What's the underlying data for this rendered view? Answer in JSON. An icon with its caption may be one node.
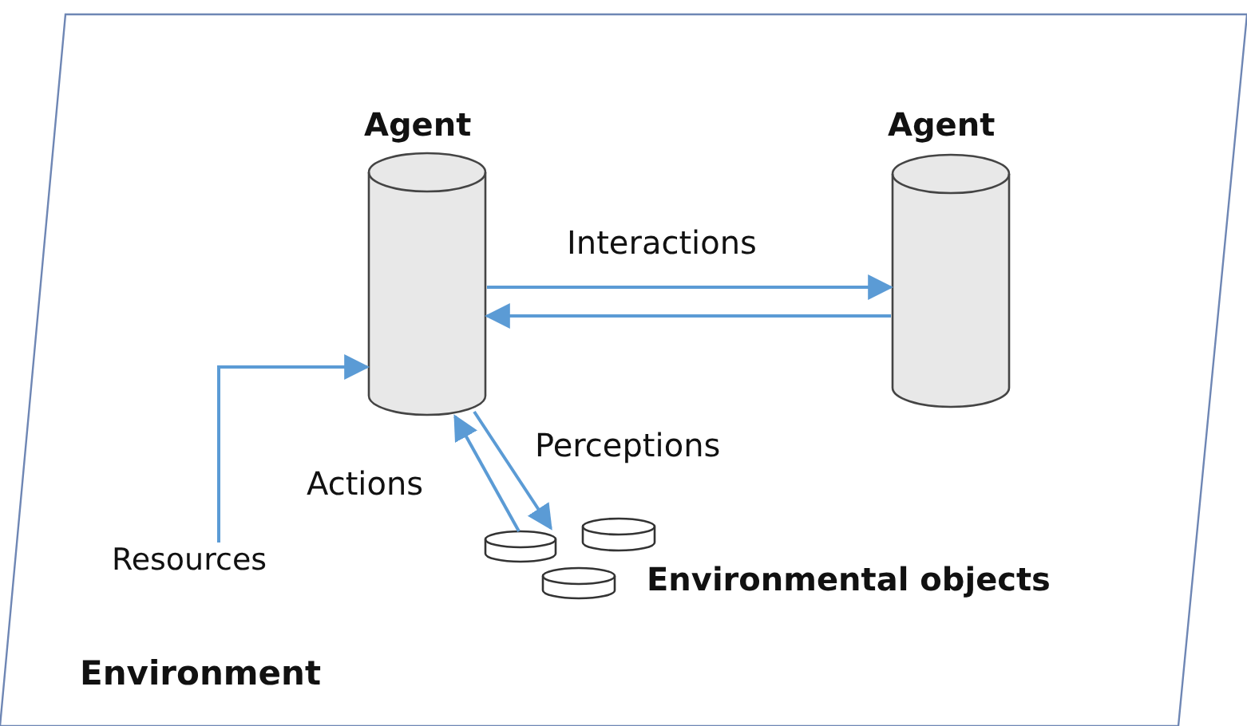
{
  "diagram": {
    "nodes": [
      {
        "text": [
          "Environment"
        ]
      },
      {
        "text": [
          "Agent"
        ],
        "in": 0
      },
      {
        "text": [
          "Agent"
        ],
        "in": 0
      },
      {
        "text": [],
        "shape": "cylinder",
        "in": 0
      },
      {
        "text": [],
        "shape": "cylinder",
        "in": 0
      },
      {
        "text": [],
        "shape": "cylinder",
        "in": 0
      },
      {
        "text": [
          "Resources"
        ],
        "in": 0
      }
    ],
    "edges": [
      {
        "from": 1,
        "to": 2,
        "arrow": "to",
        "label": "Interactions"
      },
      {
        "from": 2,
        "to": 1,
        "arrow": "to"
      },
      {
        "from": 6,
        "to": 1,
        "arrow": "to"
      },
      {
        "from": 3,
        "to": 1,
        "arrow": "to",
        "label": "Actions"
      },
      {
        "from": 1,
        "to": 3,
        "arrow": "to",
        "label": "Perceptions"
      }
    ],
    "labels": [
      "Environmental objects"
    ]
  }
}
